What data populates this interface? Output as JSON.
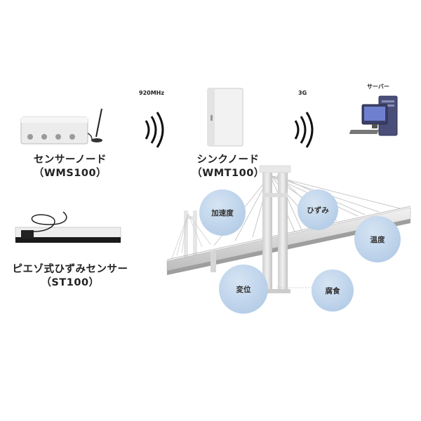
{
  "nodes": {
    "sensor_node": {
      "name": "センサーノード",
      "model": "（WMS100）"
    },
    "sink_node": {
      "name": "シンクノード",
      "model": "（WMT100）"
    },
    "server": {
      "name": "サーバー"
    },
    "strain_sensor": {
      "name": "ピエゾ式ひずみセンサー",
      "model": "（ST100）"
    }
  },
  "links": {
    "sensor_to_sink": "920MHz",
    "sink_to_server": "3G"
  },
  "measurements": {
    "acceleration": "加速度",
    "strain": "ひずみ",
    "temperature": "温度",
    "displacement": "変位",
    "corrosion": "腐食"
  },
  "colors": {
    "bubble": "#bcd2ea",
    "bridge": "#d8d8d8",
    "tower": "#e2e2e2"
  },
  "icons": [
    "wireless-signal-icon",
    "server-computer-icon"
  ]
}
